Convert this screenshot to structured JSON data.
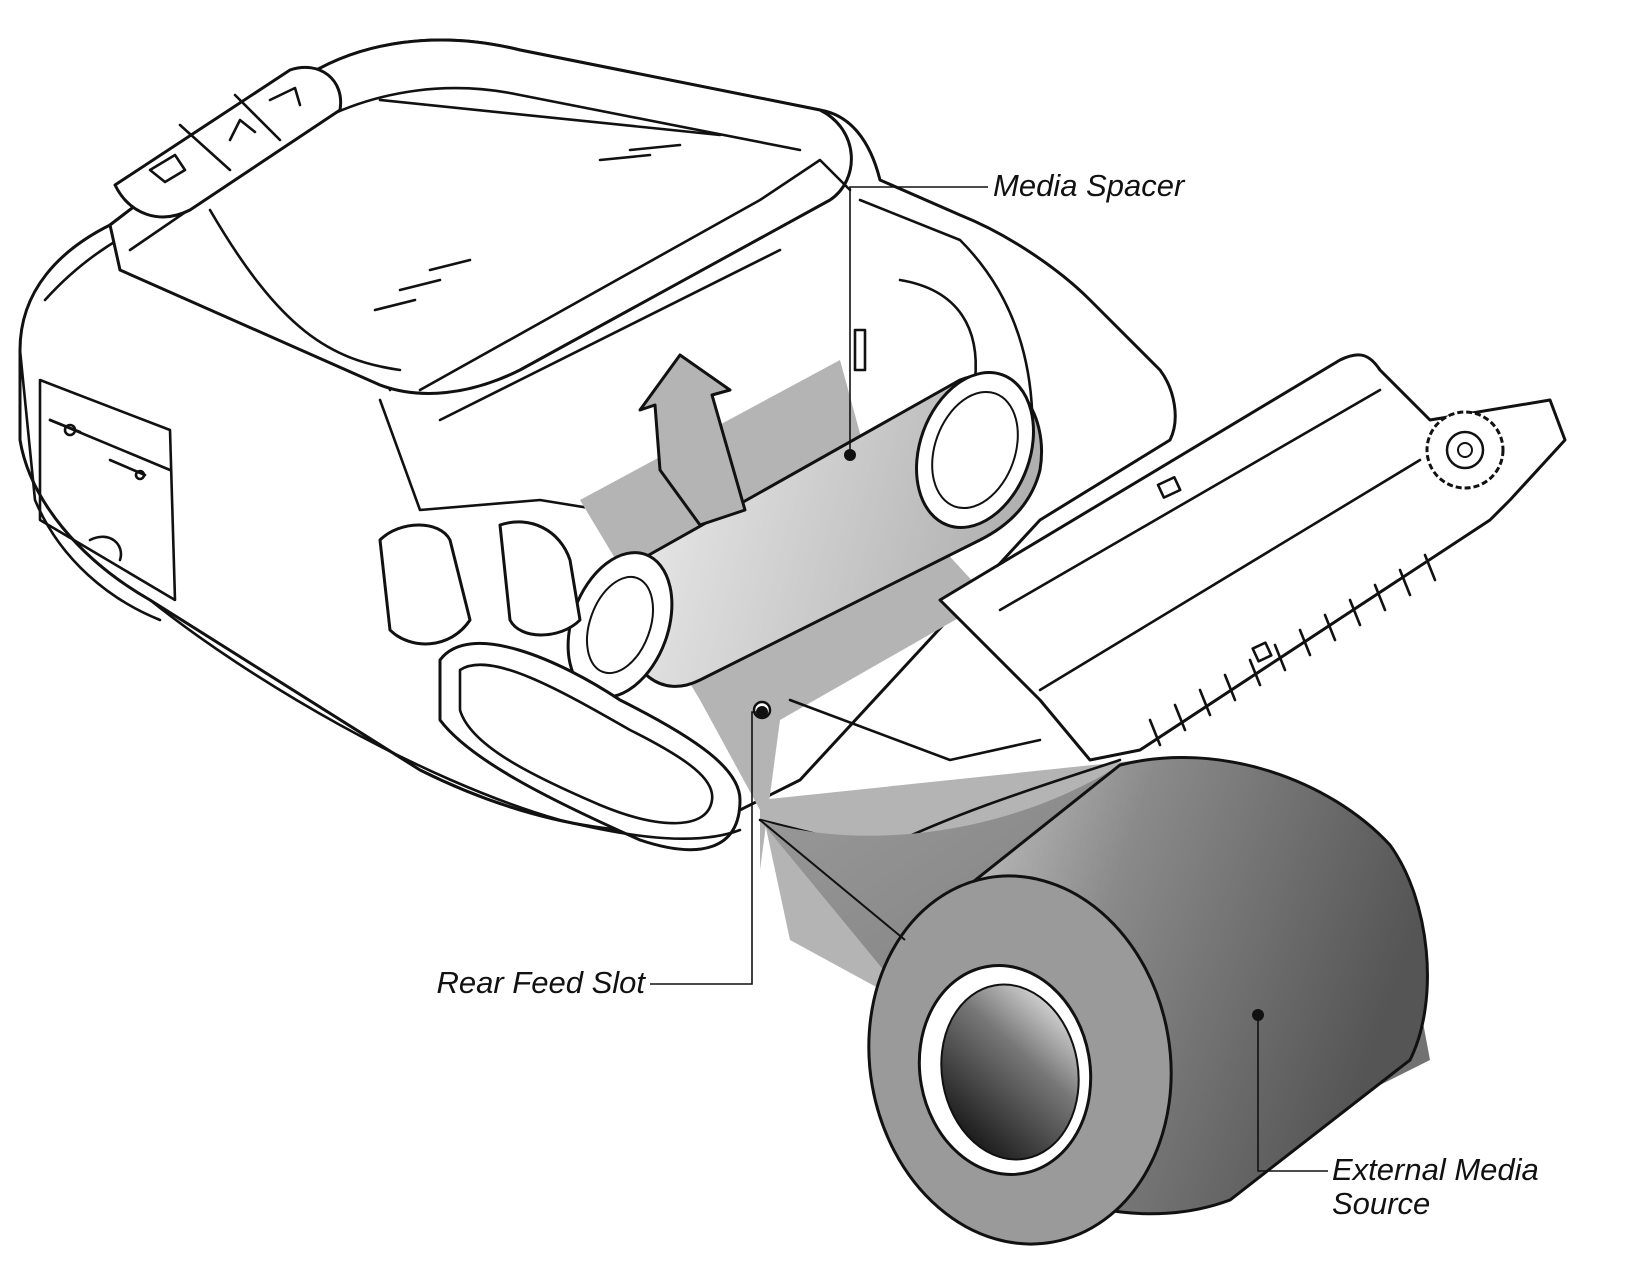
{
  "diagram": {
    "callouts": [
      {
        "id": "media-spacer",
        "text": "Media Spacer"
      },
      {
        "id": "rear-feed-slot",
        "text": "Rear Feed Slot"
      },
      {
        "id": "external-media-source",
        "lines": [
          "External Media",
          "Source"
        ]
      }
    ],
    "colors": {
      "outline": "#111111",
      "paper": "#b4b4b4",
      "roll_dark": "#5a5a5a",
      "background": "#ffffff"
    }
  }
}
